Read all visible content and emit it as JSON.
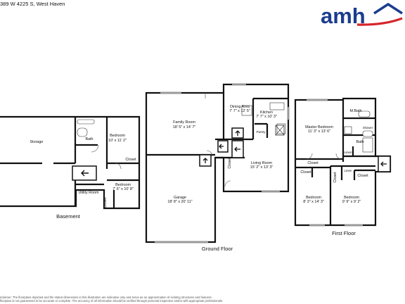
{
  "address": "389 W 4225 S, West Haven",
  "brand": {
    "name": "amh",
    "colors": {
      "primary": "#1b3d8f",
      "accent": "#d6262a"
    }
  },
  "floors": {
    "basement": {
      "title": "Basement",
      "rooms": {
        "storage": "Storage",
        "bath": "Bath",
        "bedroom1": {
          "name": "Bedroom",
          "dims": "10' x 11' 2\""
        },
        "closet": "Closet",
        "bedroom2": {
          "name": "Bedroom",
          "dims": "7' 6\" x 10' 8\""
        },
        "utility": "Utility Room",
        "closet2": "Closet"
      }
    },
    "ground": {
      "title": "Ground Floor",
      "rooms": {
        "family": {
          "name": "Family Room",
          "dims": "18' 5\" x 14' 7\""
        },
        "dining": {
          "name": "Dining Area",
          "dims": "7' 7\" x 12' 5\""
        },
        "kitchen": {
          "name": "Kitchen",
          "dims": "7' 7\" x 10' 3\""
        },
        "pantry": "Pantry",
        "living": {
          "name": "Living Room",
          "dims": "15' 2\" x 13' 3\""
        },
        "closet": "Closet",
        "garage": {
          "name": "Garage",
          "dims": "18' 8\" x 20' 11\""
        }
      }
    },
    "first": {
      "title": "First Floor",
      "rooms": {
        "master": {
          "name": "Master Bedroom",
          "dims": "11' 3\" x 13' 6\""
        },
        "mbath": "M.Bath",
        "shower": "Shower",
        "bath": "Bath",
        "linen1": "Linen",
        "linen2": "Linen",
        "closet1": "Closet",
        "closet2": "Closet",
        "closet3": "Closet",
        "closet4": "Closet",
        "bedroom1": {
          "name": "Bedroom",
          "dims": "8' 3\" x 14' 3\""
        },
        "bedroom2": {
          "name": "Bedroom",
          "dims": "9' 9\" x 9' 2\""
        }
      }
    }
  },
  "disclaimer": [
    "sclaimer: The floorplans depicted and the stated dimensions in this illustration are indicative only and serve as an approximation of existing structures and features.",
    "floorplan is not guaranteed to be accurate or complete. The accuracy of all information should be verified through personal inspection and/or with appropriate professionals."
  ]
}
